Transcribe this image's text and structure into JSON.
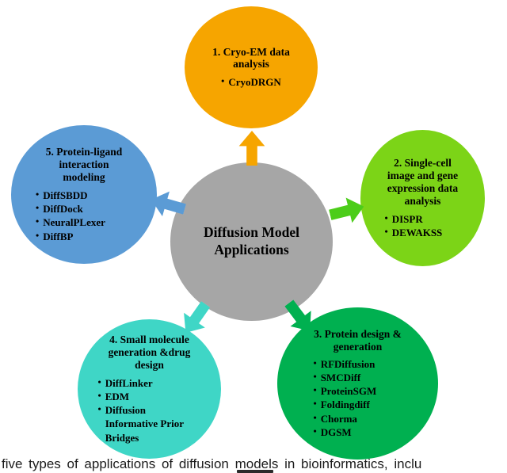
{
  "bullet_char": "•",
  "center": {
    "label": "Diffusion Model\nApplications",
    "color": "#a6a6a6"
  },
  "nodes": [
    {
      "title": "1. Cryo-EM data\nanalysis",
      "items": [
        "CryoDRGN"
      ],
      "color": "#f6a500",
      "arrow_color": "#f6a500"
    },
    {
      "title": "2. Single-cell\nimage and gene\nexpression data\nanalysis",
      "items": [
        "DISPR",
        "DEWAKSS"
      ],
      "color": "#7cd417",
      "arrow_color": "#4ccd1a"
    },
    {
      "title": "3. Protein design &\ngeneration",
      "items": [
        "RFDiffusion",
        "SMCDiff",
        "ProteinSGM",
        "Foldingdiff",
        "Chorma",
        "DGSM"
      ],
      "color": "#00b050",
      "arrow_color": "#00b050"
    },
    {
      "title": "4. Small molecule\ngeneration &drug\ndesign",
      "items": [
        "DiffLinker",
        "EDM",
        "Diffusion Informative Prior Bridges"
      ],
      "color": "#3fd6c6",
      "arrow_color": "#3fd6c6"
    },
    {
      "title": "5. Protein-ligand\ninteraction\nmodeling",
      "items": [
        "DiffSBDD",
        "DiffDock",
        "NeuralPLexer",
        "DiffBP"
      ],
      "color": "#5b9bd5",
      "arrow_color": "#5b9bd5"
    }
  ],
  "caption": "five types of applications of diffusion models in bioinformatics, inclu"
}
